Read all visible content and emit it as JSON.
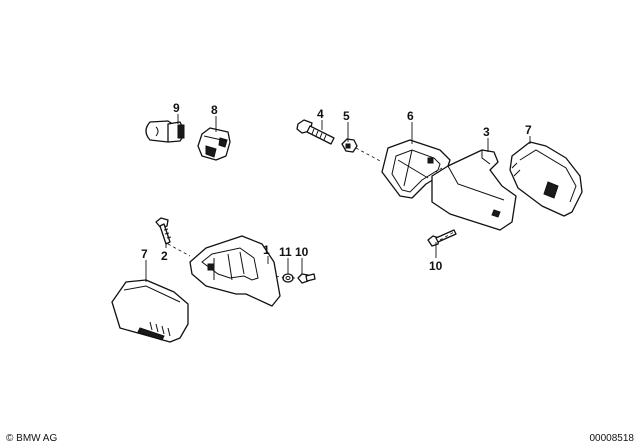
{
  "callouts": {
    "c9": "9",
    "c8": "8",
    "c4": "4",
    "c5": "5",
    "c6": "6",
    "c3": "3",
    "c7a": "7",
    "c7b": "7",
    "c2": "2",
    "c1": "1",
    "c11": "11",
    "c10a": "10",
    "c10b": "10"
  },
  "footer": {
    "copyright": "© BMW AG",
    "doc_number": "00008518"
  }
}
